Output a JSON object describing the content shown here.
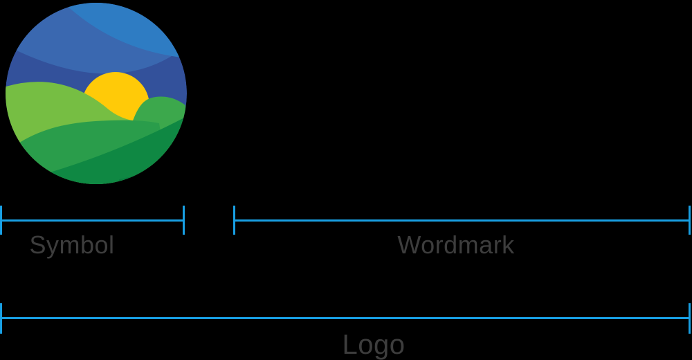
{
  "diagram": {
    "description": "Logo anatomy diagram showing symbol and wordmark measurement brackets",
    "labels": {
      "symbol": "Symbol",
      "wordmark": "Wordmark",
      "logo": "Logo"
    }
  },
  "colors": {
    "bg": "#000000",
    "annotation": "#189FE3",
    "label": "#3D3D3D",
    "sky-dark": "#33519B",
    "sky-mid": "#3A68B0",
    "sky-bright": "#2E7CC3",
    "sun": "#FFCA08",
    "hill-light": "#76BE43",
    "hill-right": "#3CA84C",
    "hill-dome": "#2A9D4B",
    "hill-dark": "#0F8843",
    "hill-darkest": "#0A7C3F"
  }
}
